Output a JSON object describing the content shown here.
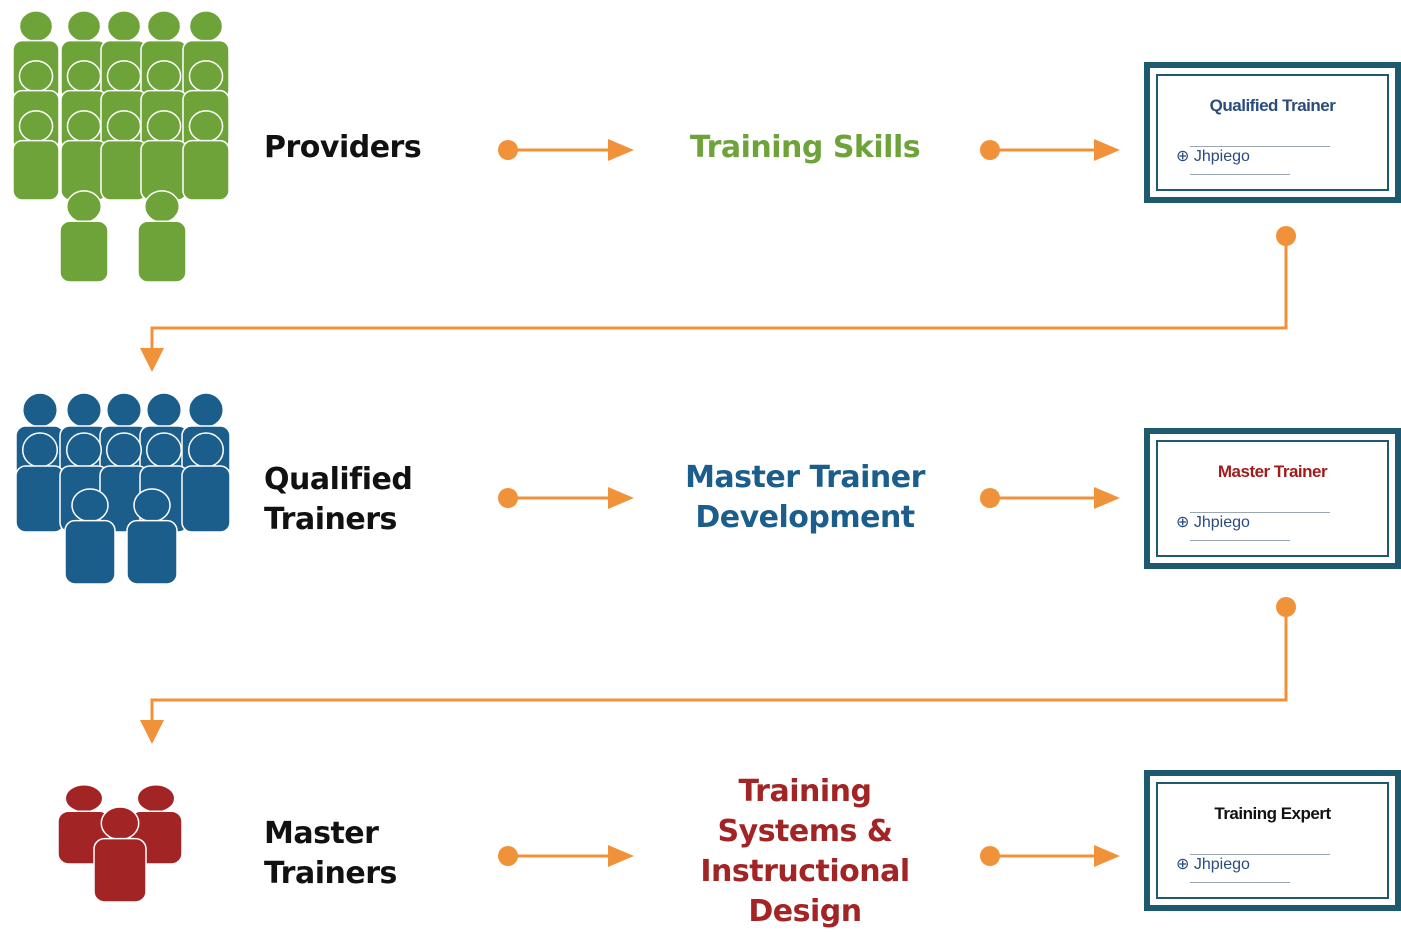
{
  "rows": [
    {
      "group_label": "Providers",
      "skill_label": "Training Skills",
      "certificate": {
        "title": "Qualified Trainer",
        "org": "⊕ Jhpiego"
      }
    },
    {
      "group_label": "Qualified\nTrainers",
      "skill_label": "Master Trainer\nDevelopment",
      "certificate": {
        "title": "Master Trainer",
        "org": "⊕ Jhpiego"
      }
    },
    {
      "group_label": "Master\nTrainers",
      "skill_label": "Training\nSystems &\nInstructional\nDesign",
      "certificate": {
        "title": "Training Expert",
        "org": "⊕ Jhpiego"
      }
    }
  ],
  "colors": {
    "providers": "#6ea33a",
    "qualified_trainers": "#1b5e8c",
    "master_trainers": "#a32424",
    "arrow": "#f0923a",
    "certificate_border": "#1d5a6e",
    "cert_title_1": "#2a4b7c",
    "cert_title_2": "#a01c1c",
    "cert_title_3": "#111111"
  },
  "icons": {
    "group_icon": "people-group-icon",
    "arrow_icon": "arrow-right-icon",
    "connector_icon": "arrow-down-icon"
  }
}
